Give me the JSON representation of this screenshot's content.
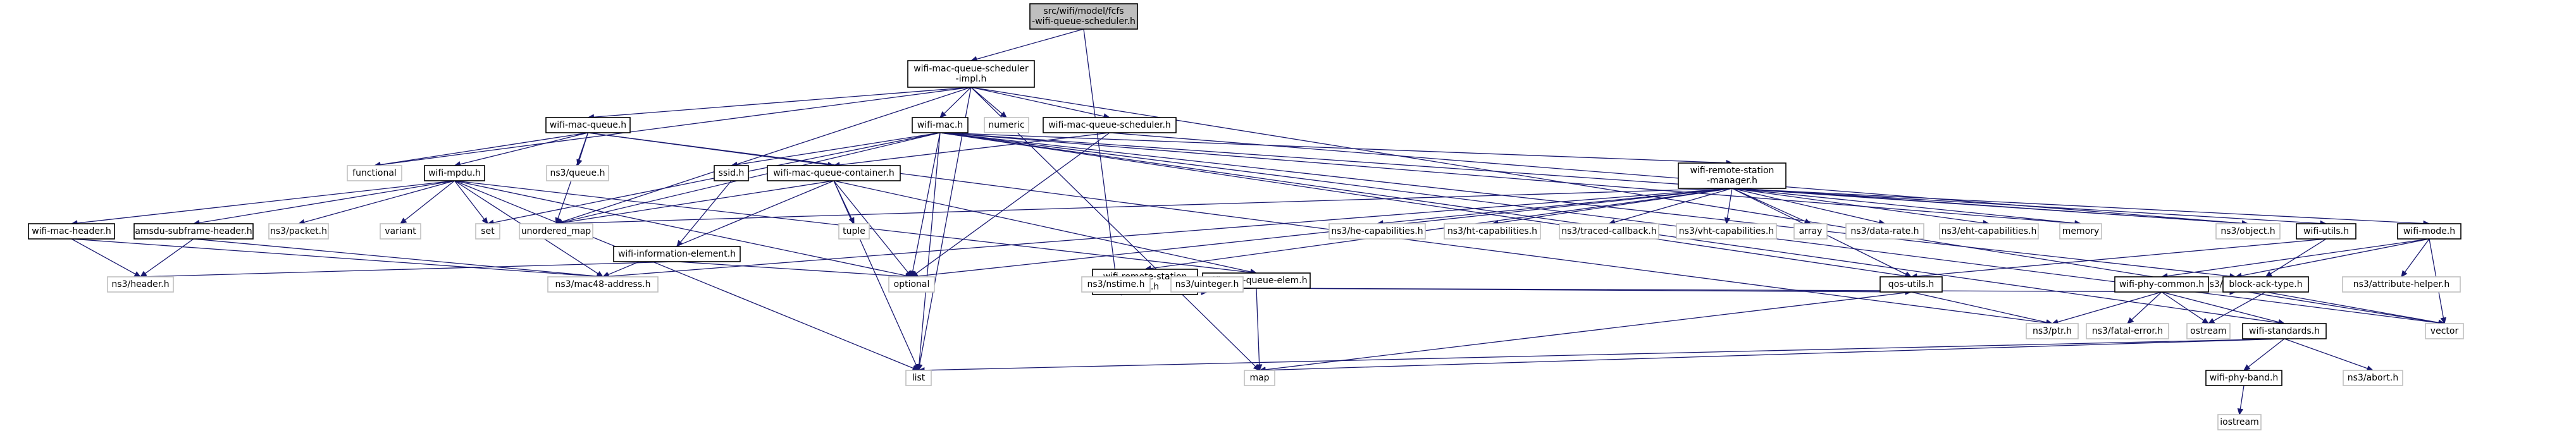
{
  "diagram": {
    "nodes": {
      "root": {
        "label": [
          "src/wifi/model/fcfs",
          "-wifi-queue-scheduler.h"
        ],
        "kind": "root"
      },
      "wmqs_impl": {
        "label": [
          "wifi-mac-queue-scheduler",
          "-impl.h"
        ],
        "kind": "doc"
      },
      "wmq": {
        "label": [
          "wifi-mac-queue.h"
        ],
        "kind": "doc"
      },
      "wmac": {
        "label": [
          "wifi-mac.h"
        ],
        "kind": "doc"
      },
      "numeric": {
        "label": [
          "numeric"
        ],
        "kind": "ext"
      },
      "wmqs": {
        "label": [
          "wifi-mac-queue-scheduler.h"
        ],
        "kind": "doc"
      },
      "functional": {
        "label": [
          "functional"
        ],
        "kind": "ext"
      },
      "ns3queue": {
        "label": [
          "ns3/queue.h"
        ],
        "kind": "ext"
      },
      "wmpdu": {
        "label": [
          "wifi-mpdu.h"
        ],
        "kind": "doc"
      },
      "ssid": {
        "label": [
          "ssid.h"
        ],
        "kind": "doc"
      },
      "wmqc": {
        "label": [
          "wifi-mac-queue-container.h"
        ],
        "kind": "doc"
      },
      "wrsm": {
        "label": [
          "wifi-remote-station",
          "-manager.h"
        ],
        "kind": "doc"
      },
      "wmh": {
        "label": [
          "wifi-mac-header.h"
        ],
        "kind": "doc"
      },
      "amsdu": {
        "label": [
          "amsdu-subframe-header.h"
        ],
        "kind": "doc"
      },
      "packet": {
        "label": [
          "ns3/packet.h"
        ],
        "kind": "ext"
      },
      "variant": {
        "label": [
          "variant"
        ],
        "kind": "ext"
      },
      "set": {
        "label": [
          "set"
        ],
        "kind": "ext"
      },
      "umap": {
        "label": [
          "unordered_map"
        ],
        "kind": "ext"
      },
      "wie": {
        "label": [
          "wifi-information-element.h"
        ],
        "kind": "doc"
      },
      "tuple": {
        "label": [
          "tuple"
        ],
        "kind": "ext"
      },
      "optional": {
        "label": [
          "optional"
        ],
        "kind": "ext"
      },
      "wrsi": {
        "label": [
          "wifi-remote-station",
          "-info.h"
        ],
        "kind": "doc"
      },
      "wmqe": {
        "label": [
          "wifi-mac-queue-elem.h"
        ],
        "kind": "doc"
      },
      "hecap": {
        "label": [
          "ns3/he-capabilities.h"
        ],
        "kind": "ext"
      },
      "htcap": {
        "label": [
          "ns3/ht-capabilities.h"
        ],
        "kind": "ext"
      },
      "traced": {
        "label": [
          "ns3/traced-callback.h"
        ],
        "kind": "ext"
      },
      "vhtcap": {
        "label": [
          "ns3/vht-capabilities.h"
        ],
        "kind": "ext"
      },
      "array": {
        "label": [
          "array"
        ],
        "kind": "ext"
      },
      "datarate": {
        "label": [
          "ns3/data-rate.h"
        ],
        "kind": "ext"
      },
      "ehtcap": {
        "label": [
          "ns3/eht-capabilities.h"
        ],
        "kind": "ext"
      },
      "memory": {
        "label": [
          "memory"
        ],
        "kind": "ext"
      },
      "object": {
        "label": [
          "ns3/object.h"
        ],
        "kind": "ext"
      },
      "wutils": {
        "label": [
          "wifi-utils.h"
        ],
        "kind": "doc"
      },
      "wmode": {
        "label": [
          "wifi-mode.h"
        ],
        "kind": "doc"
      },
      "header": {
        "label": [
          "ns3/header.h"
        ],
        "kind": "ext"
      },
      "mac48": {
        "label": [
          "ns3/mac48-address.h"
        ],
        "kind": "ext"
      },
      "nstime": {
        "label": [
          "ns3/nstime.h"
        ],
        "kind": "ext"
      },
      "uinteger": {
        "label": [
          "ns3/uinteger.h"
        ],
        "kind": "ext"
      },
      "qos": {
        "label": [
          "qos-utils.h"
        ],
        "kind": "doc"
      },
      "callback": {
        "label": [
          "ns3/callback.h"
        ],
        "kind": "ext"
      },
      "wpc": {
        "label": [
          "wifi-phy-common.h"
        ],
        "kind": "doc"
      },
      "bat": {
        "label": [
          "block-ack-type.h"
        ],
        "kind": "doc"
      },
      "attrhelper": {
        "label": [
          "ns3/attribute-helper.h"
        ],
        "kind": "ext"
      },
      "vector": {
        "label": [
          "vector"
        ],
        "kind": "ext"
      },
      "ptr": {
        "label": [
          "ns3/ptr.h"
        ],
        "kind": "ext"
      },
      "fatal": {
        "label": [
          "ns3/fatal-error.h"
        ],
        "kind": "ext"
      },
      "ostream": {
        "label": [
          "ostream"
        ],
        "kind": "ext"
      },
      "wstd": {
        "label": [
          "wifi-standards.h"
        ],
        "kind": "doc"
      },
      "list": {
        "label": [
          "list"
        ],
        "kind": "ext"
      },
      "map": {
        "label": [
          "map"
        ],
        "kind": "ext"
      },
      "abort": {
        "label": [
          "ns3/abort.h"
        ],
        "kind": "ext"
      },
      "wpb": {
        "label": [
          "wifi-phy-band.h"
        ],
        "kind": "doc"
      },
      "iostream": {
        "label": [
          "iostream"
        ],
        "kind": "ext"
      }
    },
    "edges": [
      [
        "root",
        "wmqs_impl"
      ],
      [
        "root",
        "nstime"
      ],
      [
        "wmqs_impl",
        "wmq"
      ],
      [
        "wmqs_impl",
        "wmac"
      ],
      [
        "wmqs_impl",
        "numeric"
      ],
      [
        "wmqs_impl",
        "wmqs"
      ],
      [
        "wmqs_impl",
        "functional"
      ],
      [
        "wmqs_impl",
        "umap"
      ],
      [
        "wmqs_impl",
        "list"
      ],
      [
        "wmqs_impl",
        "vector"
      ],
      [
        "wmqs_impl",
        "map"
      ],
      [
        "wmq",
        "functional"
      ],
      [
        "wmq",
        "ns3queue"
      ],
      [
        "wmq",
        "wmpdu"
      ],
      [
        "wmq",
        "wmqc"
      ],
      [
        "wmq",
        "umap"
      ],
      [
        "wmq",
        "ptr"
      ],
      [
        "wmpdu",
        "wmh"
      ],
      [
        "wmpdu",
        "amsdu"
      ],
      [
        "wmpdu",
        "packet"
      ],
      [
        "wmpdu",
        "variant"
      ],
      [
        "wmpdu",
        "set"
      ],
      [
        "wmpdu",
        "optional"
      ],
      [
        "wmpdu",
        "mac48"
      ],
      [
        "wmpdu",
        "list"
      ],
      [
        "wmpdu",
        "wmqe"
      ],
      [
        "wmh",
        "header"
      ],
      [
        "wmh",
        "mac48"
      ],
      [
        "amsdu",
        "header"
      ],
      [
        "amsdu",
        "mac48"
      ],
      [
        "wmac",
        "ssid"
      ],
      [
        "wmac",
        "wrsm"
      ],
      [
        "wmac",
        "set"
      ],
      [
        "wmac",
        "umap"
      ],
      [
        "wmac",
        "optional"
      ],
      [
        "wmac",
        "list"
      ],
      [
        "wmac",
        "qos"
      ],
      [
        "wmac",
        "memory"
      ],
      [
        "wmac",
        "object"
      ],
      [
        "wmac",
        "wstd"
      ],
      [
        "wmac",
        "callback"
      ],
      [
        "wmac",
        "vector"
      ],
      [
        "ssid",
        "wie"
      ],
      [
        "wie",
        "header"
      ],
      [
        "wie",
        "optional"
      ],
      [
        "wmqs",
        "wmqc"
      ],
      [
        "wmqs",
        "optional"
      ],
      [
        "wmqs",
        "object"
      ],
      [
        "wmqc",
        "wmqe"
      ],
      [
        "wmqc",
        "umap"
      ],
      [
        "wmqc",
        "tuple"
      ],
      [
        "wmqc",
        "optional"
      ],
      [
        "wmqc",
        "list"
      ],
      [
        "wmqc",
        "mac48"
      ],
      [
        "wmqe",
        "qos"
      ],
      [
        "wmqe",
        "nstime"
      ],
      [
        "wmqe",
        "callback"
      ],
      [
        "wmqe",
        "map"
      ],
      [
        "wrsm",
        "wrsi"
      ],
      [
        "wrsm",
        "wutils"
      ],
      [
        "wrsm",
        "wmode"
      ],
      [
        "wrsm",
        "hecap"
      ],
      [
        "wrsm",
        "htcap"
      ],
      [
        "wrsm",
        "traced"
      ],
      [
        "wrsm",
        "vhtcap"
      ],
      [
        "wrsm",
        "array"
      ],
      [
        "wrsm",
        "datarate"
      ],
      [
        "wrsm",
        "ehtcap"
      ],
      [
        "wrsm",
        "memory"
      ],
      [
        "wrsm",
        "object"
      ],
      [
        "wrsm",
        "umap"
      ],
      [
        "wrsm",
        "optional"
      ],
      [
        "wrsm",
        "mac48"
      ],
      [
        "wrsm",
        "qos"
      ],
      [
        "wrsi",
        "nstime"
      ],
      [
        "wrsi",
        "uinteger"
      ],
      [
        "wutils",
        "bat"
      ],
      [
        "wutils",
        "qos"
      ],
      [
        "wmode",
        "wpc"
      ],
      [
        "wmode",
        "attrhelper"
      ],
      [
        "wmode",
        "callback"
      ],
      [
        "wmode",
        "vector"
      ],
      [
        "bat",
        "ostream"
      ],
      [
        "bat",
        "vector"
      ],
      [
        "qos",
        "ptr"
      ],
      [
        "qos",
        "map"
      ],
      [
        "wpc",
        "ptr"
      ],
      [
        "wpc",
        "fatal"
      ],
      [
        "wpc",
        "ostream"
      ],
      [
        "wpc",
        "wstd"
      ],
      [
        "wstd",
        "wpb"
      ],
      [
        "wstd",
        "abort"
      ],
      [
        "wstd",
        "list"
      ],
      [
        "wstd",
        "map"
      ],
      [
        "wpb",
        "iostream"
      ]
    ]
  }
}
